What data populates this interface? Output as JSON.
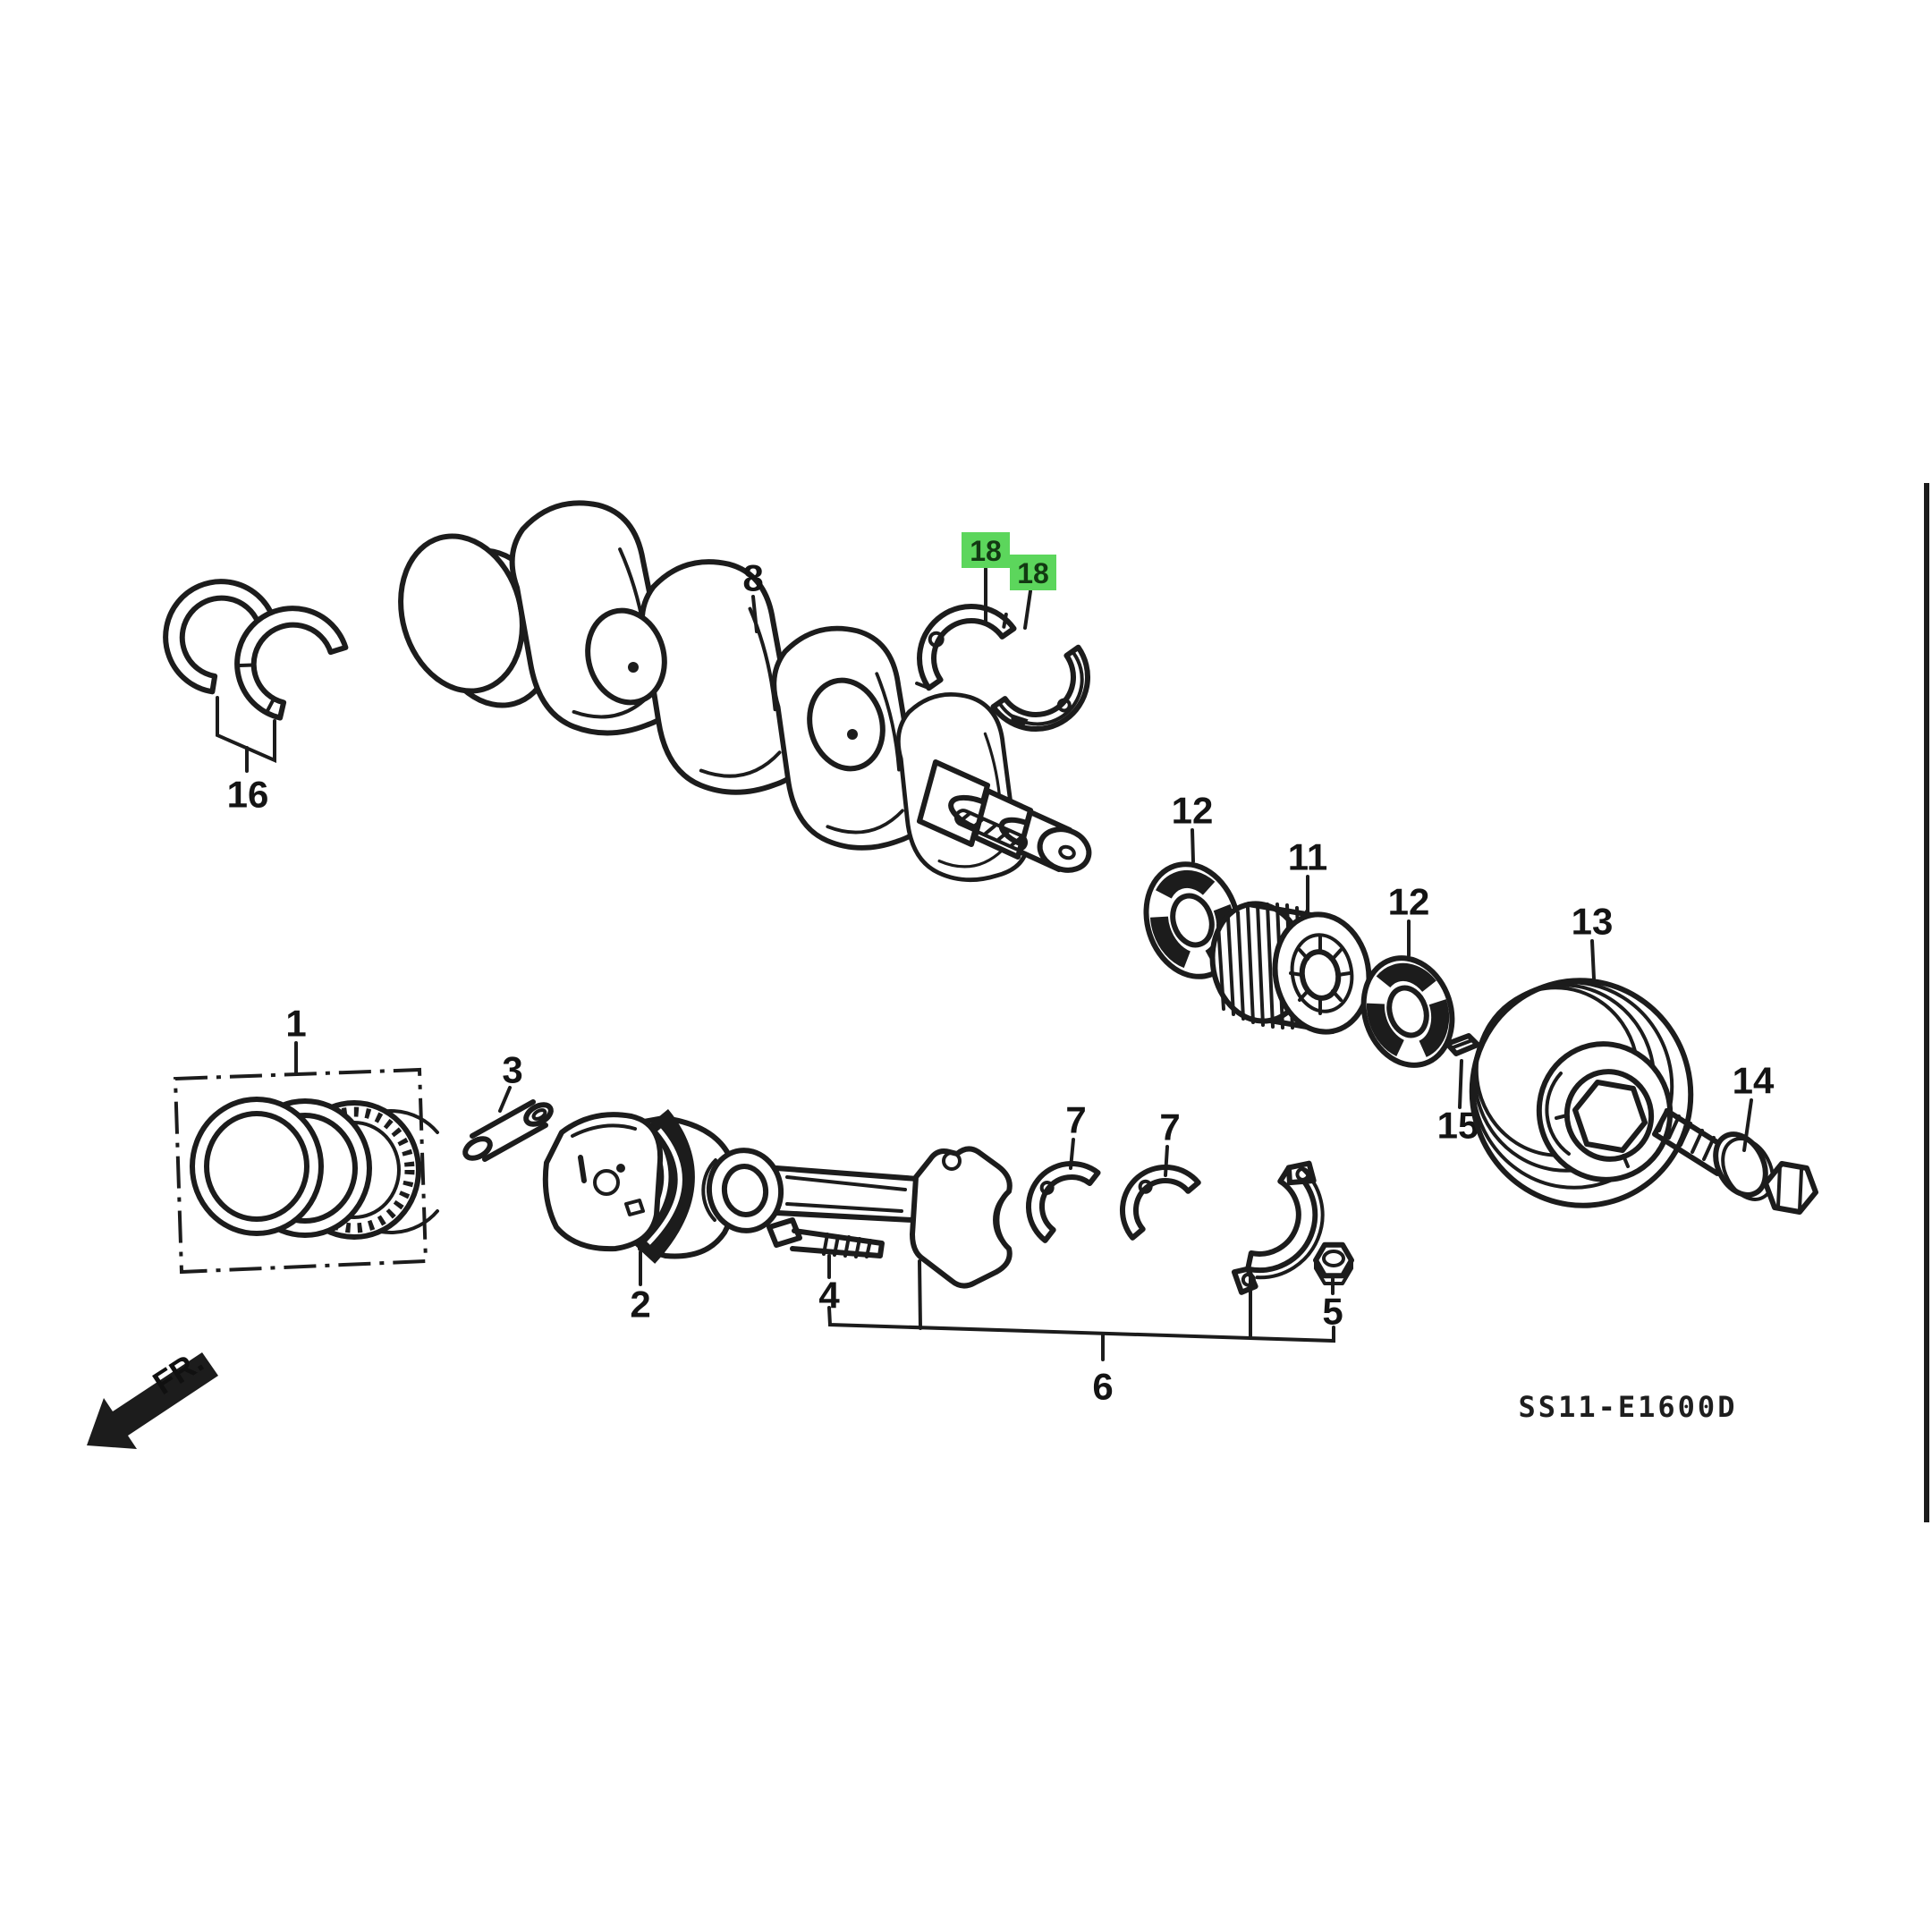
{
  "diagram": {
    "code": "SS11-E1600D",
    "fr_label": "FR.",
    "colors": {
      "line": "#1c1c1c",
      "label": "#141414",
      "highlight_bg": "#5cd65c",
      "highlight_text": "#123a12",
      "paper": "#ffffff"
    },
    "callouts": {
      "p1": "1",
      "p2": "2",
      "p3": "3",
      "p4": "4",
      "p5": "5",
      "p6": "6",
      "p7": "7",
      "p8": "8",
      "p11": "11",
      "p12": "12",
      "p13": "13",
      "p14": "14",
      "p15": "15",
      "p16": "16",
      "p18": "18"
    }
  }
}
